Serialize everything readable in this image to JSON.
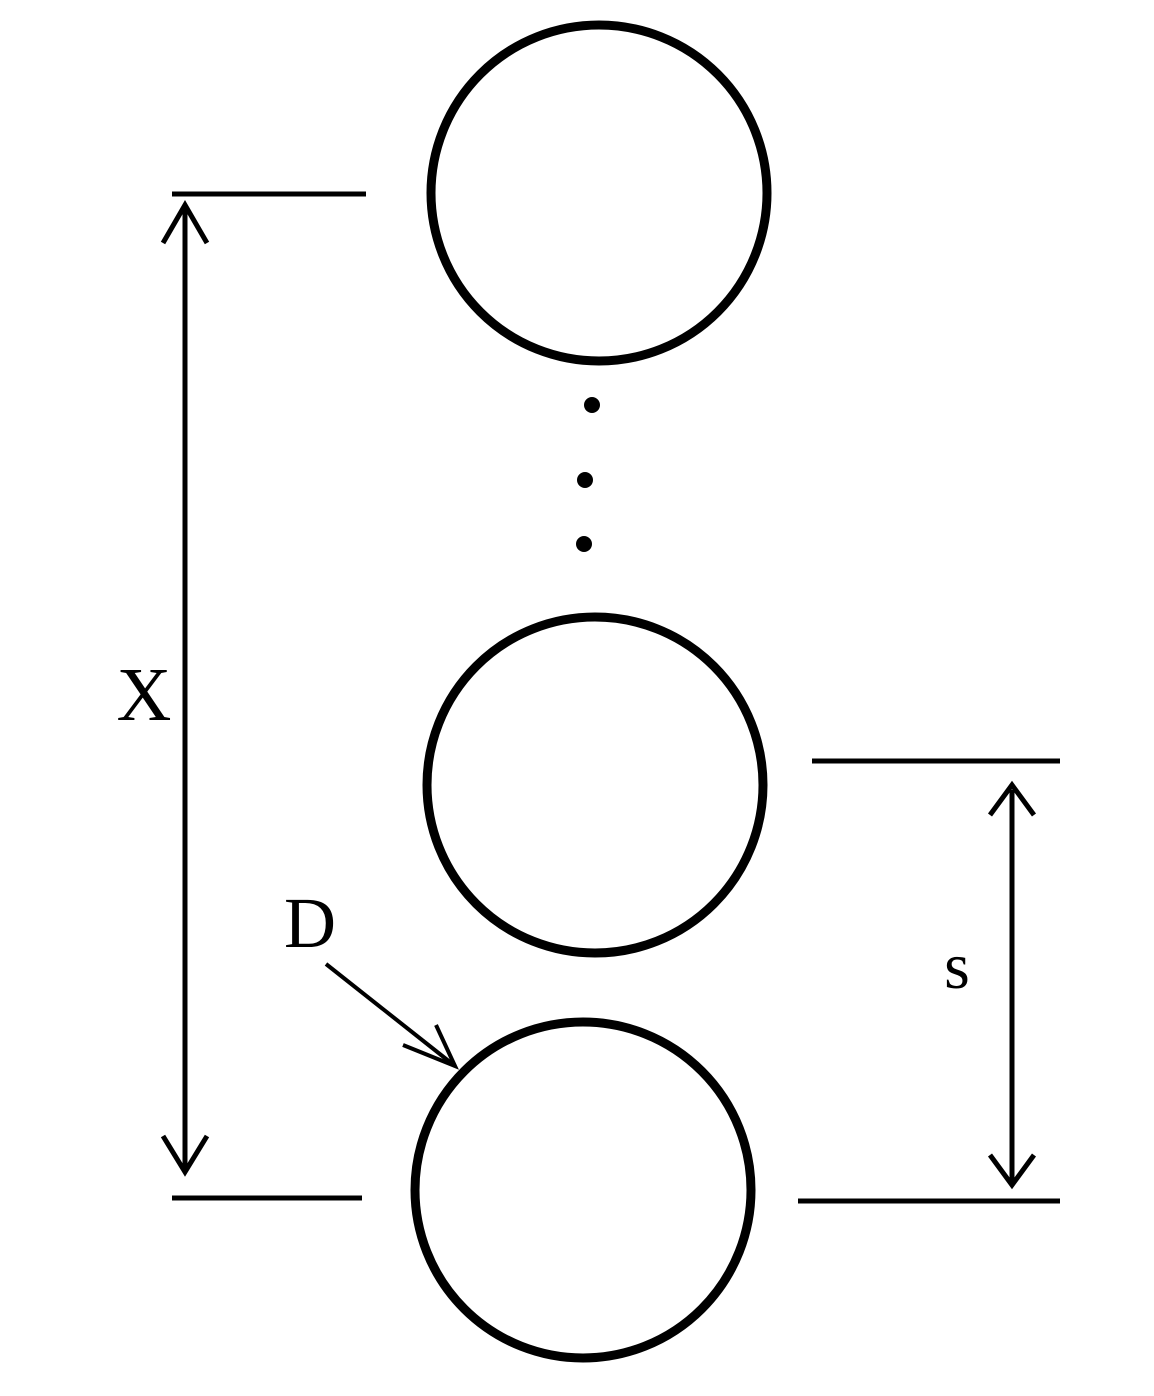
{
  "diagram": {
    "labels": {
      "total_length": "X",
      "diameter": "D",
      "spacing": "s"
    },
    "continuation": "⋮",
    "stroke_color": "#000000",
    "background_color": "#ffffff"
  }
}
